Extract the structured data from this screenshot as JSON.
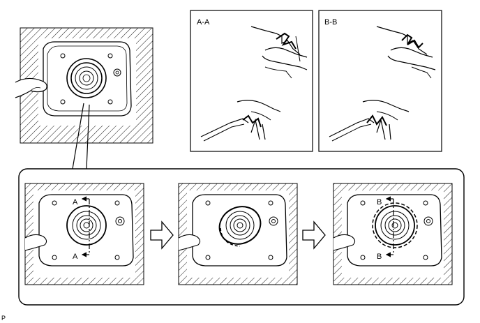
{
  "section_views": [
    {
      "label": "A-A"
    },
    {
      "label": "B-B"
    }
  ],
  "steps": [
    {
      "top_marker": "A",
      "bottom_marker": "A"
    },
    {},
    {
      "top_marker": "B",
      "bottom_marker": "B"
    }
  ],
  "figure_code": "P",
  "colors": {
    "line": "#000000",
    "background": "#ffffff"
  }
}
